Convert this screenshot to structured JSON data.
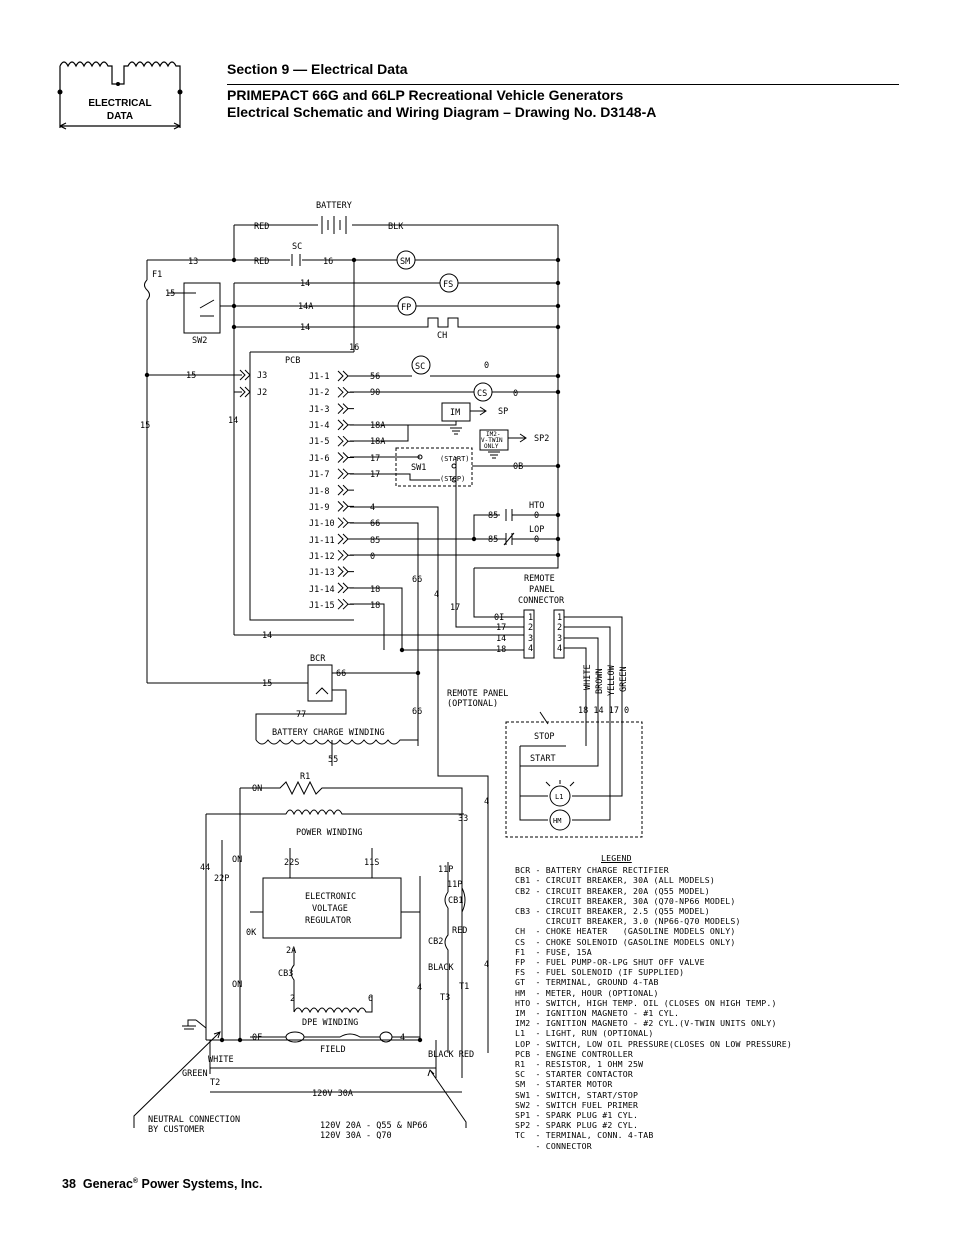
{
  "header": {
    "logo_text_line1": "ELECTRICAL",
    "logo_text_line2": "DATA",
    "section": "Section 9 — Electrical Data",
    "title_line1": "PRIMEPACT 66G and 66LP Recreational Vehicle Generators",
    "title_line2": "Electrical Schematic and Wiring Diagram – Drawing No. D3148-A"
  },
  "diagram": {
    "battery": "BATTERY",
    "red": "RED",
    "blk": "BLK",
    "sc_label": "SC",
    "f1": "F1",
    "sw2": "SW2",
    "pcb": "PCB",
    "ch": "CH",
    "wire_13": "13",
    "wire_15": "15",
    "wire_14": "14",
    "wire_14a": "14A",
    "wire_16": "16",
    "wire_56": "56",
    "wire_90": "90",
    "wire_0": "0",
    "wire_18a": "18A",
    "wire_17": "17",
    "wire_4": "4",
    "wire_66": "66",
    "wire_85": "85",
    "wire_18": "18",
    "wire_0i": "0I",
    "wire_0b": "0B",
    "wire_77": "77",
    "wire_55": "55",
    "wire_33": "33",
    "wire_44": "44",
    "wire_on": "ON",
    "wire_22p": "22P",
    "wire_22s": "22S",
    "wire_11s": "11S",
    "wire_11p": "11P",
    "wire_0k": "0K",
    "wire_2a": "2A",
    "wire_2": "2",
    "wire_6": "6",
    "wire_0f": "0F",
    "sm": "SM",
    "fs": "FS",
    "fp": "FP",
    "sc": "SC",
    "cs": "CS",
    "im": "IM",
    "sp": "SP",
    "im2_line1": "IM2-",
    "im2_line2": "V-TWIN",
    "im2_line3": "ONLY",
    "sp2": "SP2",
    "sw1": "SW1",
    "start": "(START)",
    "stop": "(STOP)",
    "hto": "HTO",
    "lop": "LOP",
    "j3": "J3",
    "j2": "J2",
    "j1": [
      "J1-1",
      "J1-2",
      "J1-3",
      "J1-4",
      "J1-5",
      "J1-6",
      "J1-7",
      "J1-8",
      "J1-9",
      "J1-10",
      "J1-11",
      "J1-12",
      "J1-13",
      "J1-14",
      "J1-15"
    ],
    "remote_panel_connector": [
      "REMOTE",
      "PANEL",
      "CONNECTOR"
    ],
    "conn_pins": [
      "1",
      "2",
      "3",
      "4"
    ],
    "wire_colors": [
      "WHITE",
      "BROWN",
      "YELLOW",
      "GREEN"
    ],
    "remote_panel": "REMOTE PANEL",
    "optional": "(OPTIONAL)",
    "remote_nums": "18 14 17 0",
    "stop_label": "STOP",
    "start_label": "START",
    "l1": "L1",
    "hm": "HM",
    "bcr": "BCR",
    "battery_charge_winding": "BATTERY CHARGE WINDING",
    "r1": "R1",
    "power_winding": "POWER WINDING",
    "evr_line1": "ELECTRONIC",
    "evr_line2": "VOLTAGE",
    "evr_line3": "REGULATOR",
    "cb1": "CB1",
    "cb2": "CB2",
    "cb3": "CB3",
    "red_label": "RED",
    "black_label": "BLACK",
    "t1": "T1",
    "t2": "T2",
    "t3": "T3",
    "dpe_winding": "DPE WINDING",
    "field": "FIELD",
    "white": "WHITE",
    "green": "GREEN",
    "black_red": "BLACK RED",
    "v120_30a": "120V 30A",
    "neutral_line1": "NEUTRAL CONNECTION",
    "neutral_line2": "BY CUSTOMER",
    "rating_line1": "120V 20A - Q55 & NP66",
    "rating_line2": "120V 30A - Q70"
  },
  "legend": {
    "title": "LEGEND",
    "items": [
      "BCR - BATTERY CHARGE RECTIFIER",
      "CB1 - CIRCUIT BREAKER, 30A (ALL MODELS)",
      "CB2 - CIRCUIT BREAKER, 20A (Q55 MODEL)",
      "      CIRCUIT BREAKER, 30A (Q70-NP66 MODEL)",
      "CB3 - CIRCUIT BREAKER, 2.5 (Q55 MODEL)",
      "      CIRCUIT BREAKER, 3.0 (NP66-Q70 MODELS)",
      "CH  - CHOKE HEATER   (GASOLINE MODELS ONLY)",
      "CS  - CHOKE SOLENOID (GASOLINE MODELS ONLY)",
      "F1  - FUSE, 15A",
      "FP  - FUEL PUMP-OR-LPG SHUT OFF VALVE",
      "FS  - FUEL SOLENOID (IF SUPPLIED)",
      "GT  - TERMINAL, GROUND 4-TAB",
      "HM  - METER, HOUR (OPTIONAL)",
      "HTO - SWITCH, HIGH TEMP. OIL (CLOSES ON HIGH TEMP.)",
      "IM  - IGNITION MAGNETO - #1 CYL.",
      "IM2 - IGNITION MAGNETO - #2 CYL.(V-TWIN UNITS ONLY)",
      "L1  - LIGHT, RUN (OPTIONAL)",
      "LOP - SWITCH, LOW OIL PRESSURE(CLOSES ON LOW PRESSURE)",
      "PCB - ENGINE CONTROLLER",
      "R1  - RESISTOR, 1 OHM 25W",
      "SC  - STARTER CONTACTOR",
      "SM  - STARTER MOTOR",
      "SW1 - SWITCH, START/STOP",
      "SW2 - SWITCH FUEL PRIMER",
      "SP1 - SPARK PLUG #1 CYL.",
      "SP2 - SPARK PLUG #2 CYL.",
      "TC  - TERMINAL, CONN. 4-TAB",
      "    - CONNECTOR"
    ]
  },
  "footer": {
    "page": "38",
    "company": "Generac",
    "reg": "®",
    "company_rest": " Power Systems, Inc."
  }
}
